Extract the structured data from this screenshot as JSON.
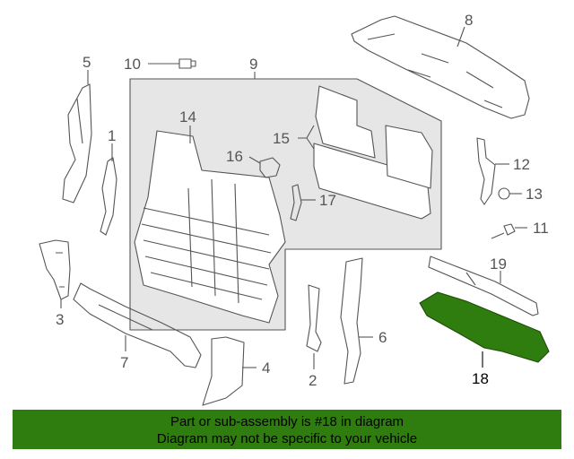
{
  "callouts": {
    "c1": "1",
    "c2": "2",
    "c3": "3",
    "c4": "4",
    "c5": "5",
    "c6": "6",
    "c7": "7",
    "c8": "8",
    "c9": "9",
    "c10": "10",
    "c11": "11",
    "c12": "12",
    "c13": "13",
    "c14": "14",
    "c15": "15",
    "c16": "16",
    "c17": "17",
    "c18": "18",
    "c19": "19"
  },
  "highlighted_part": "18",
  "colors": {
    "banner": "#2f7d0f",
    "highlight_fill": "#2f7d0f",
    "line": "#555555"
  },
  "banner": {
    "line1": "Part or sub-assembly is #18 in diagram",
    "line2": "Diagram may not be specific to your vehicle"
  }
}
